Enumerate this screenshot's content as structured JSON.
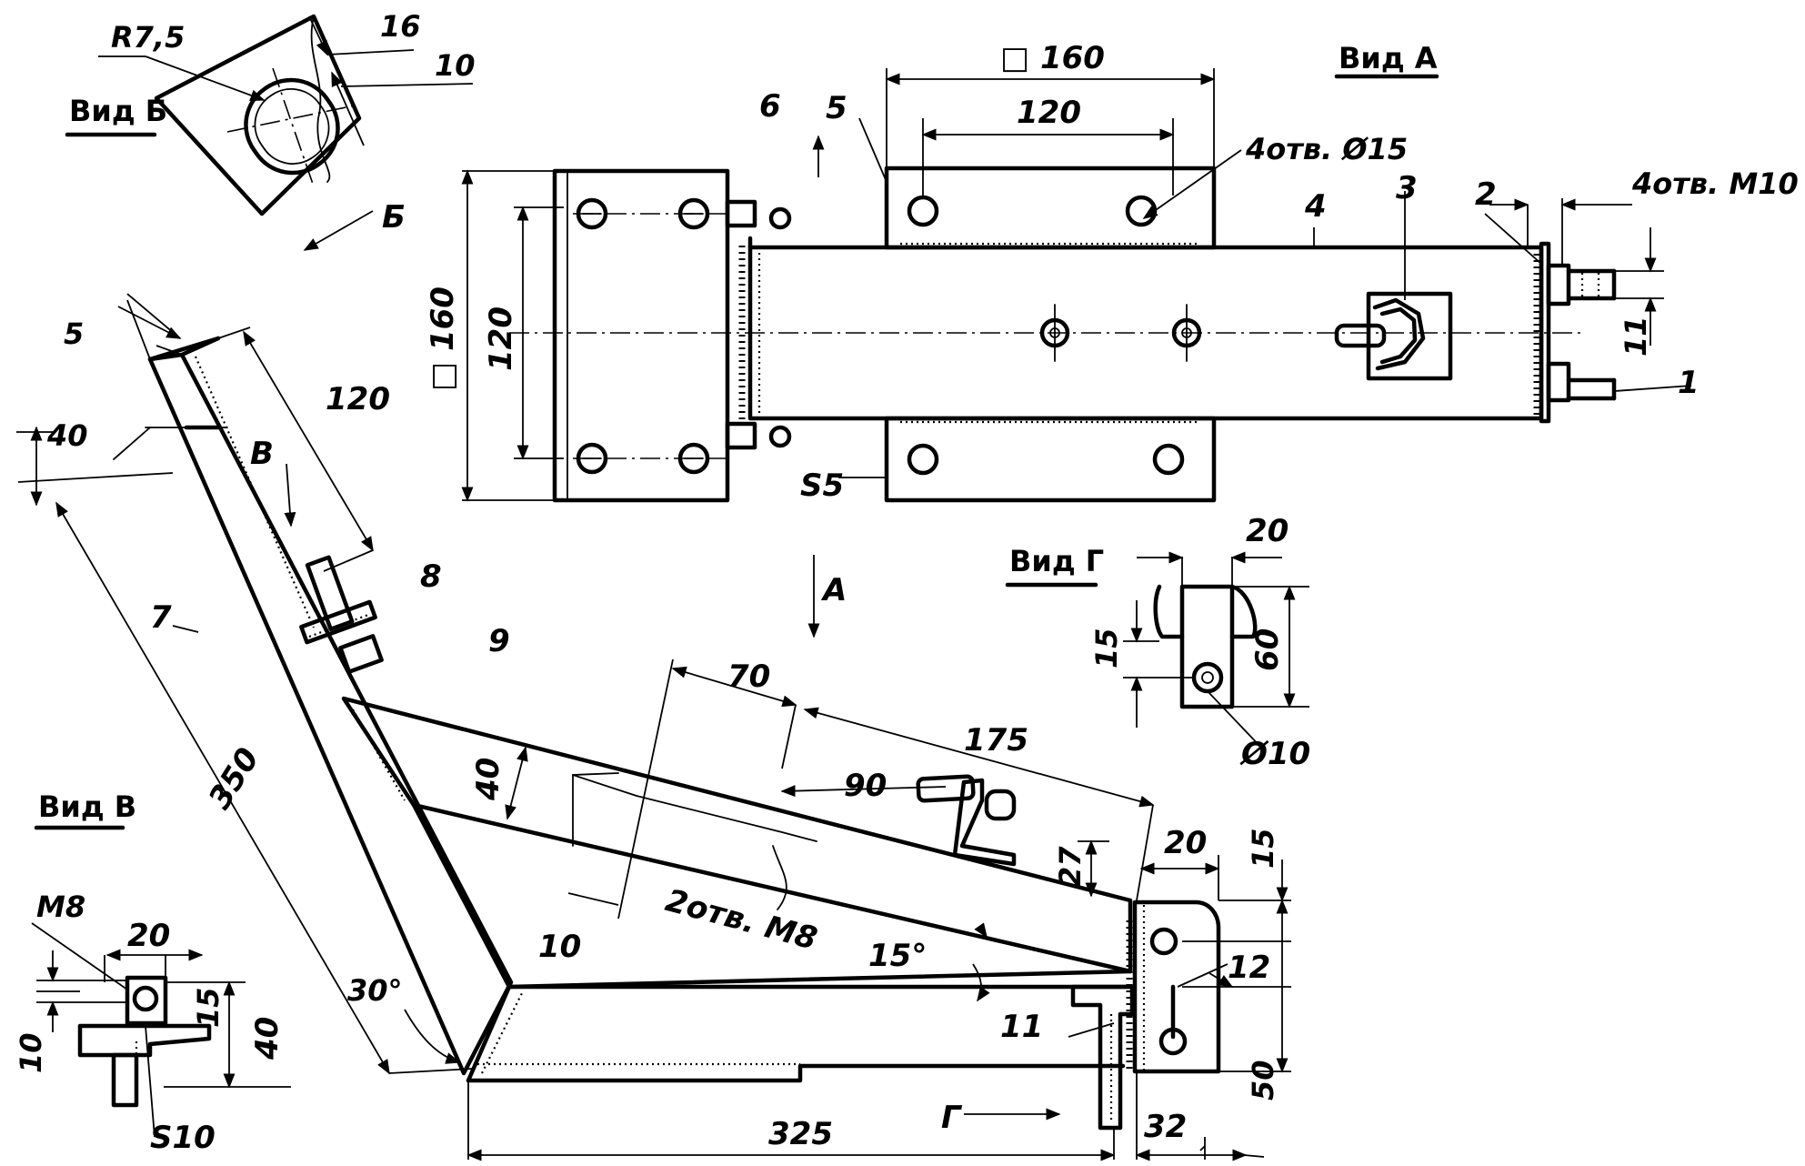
{
  "views": {
    "view_a": "Вид А",
    "view_b": "Вид Б",
    "view_v": "Вид В",
    "view_g": "Вид Г"
  },
  "arrows": {
    "a": "А",
    "b": "Б",
    "v": "В",
    "g": "Г"
  },
  "parts": [
    "1",
    "2",
    "3",
    "4",
    "5",
    "6",
    "7",
    "8",
    "9",
    "10",
    "11"
  ],
  "view_a_dims": {
    "square_160_top": "□ 160",
    "d120_top": "120",
    "holes_15": "4отв. Ø15",
    "holes_m10": "4отв. M10",
    "d11": "11",
    "square_160_left": "□ 160",
    "d120_left": "120",
    "s5": "S5"
  },
  "view_b_dims": {
    "r75": "R7,5",
    "d16": "16",
    "d10": "10"
  },
  "main_dims": {
    "d5": "5",
    "d40": "40",
    "d120": "120",
    "d350": "350",
    "a30": "30°",
    "d70": "70",
    "d175": "175",
    "d40b": "40",
    "d90": "90",
    "d27": "27",
    "holes_m8": "2отв. M8",
    "a15": "15°",
    "d325": "325",
    "d20": "20",
    "d15": "15",
    "d12": "12",
    "d50": "50",
    "d32": "32"
  },
  "view_v_dims": {
    "m8": "M8",
    "d20": "20",
    "d15": "15",
    "d40": "40",
    "d10": "10",
    "s10": "S10"
  },
  "view_g_dims": {
    "d20": "20",
    "d15": "15",
    "d60": "60",
    "hole10": "Ø10"
  }
}
